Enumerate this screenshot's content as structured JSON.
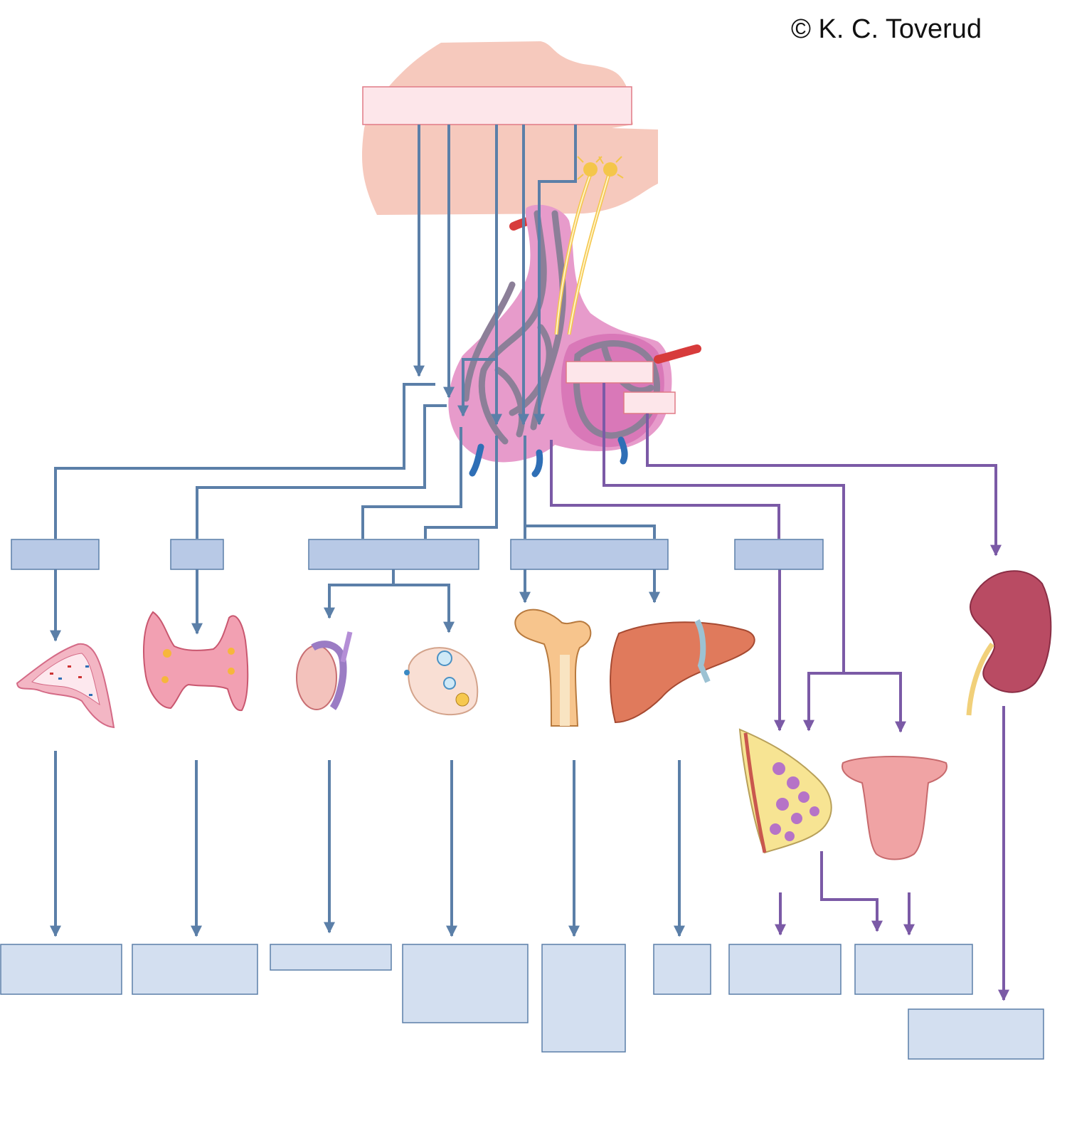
{
  "copyright": "© K. C. Toverud",
  "colors": {
    "blue_path": "#5b7fa8",
    "purple_path": "#7b5aa6",
    "label_box_fill": "#b8c9e6",
    "answer_box_fill": "#d3dff0",
    "hypothalamus": "#f6c9bd",
    "pituitary": "#e79bcb",
    "vessel": "#8c7f98",
    "artery": "#d73b3b",
    "vein": "#2f6fb6",
    "neuron": "#f4c64a"
  },
  "figure_parts": [
    "hypothalamus",
    "anterior-pituitary",
    "posterior-pituitary",
    "adrenal-cortex",
    "thyroid",
    "testis",
    "ovary",
    "bone",
    "liver",
    "mammary-gland",
    "uterus",
    "kidney"
  ]
}
